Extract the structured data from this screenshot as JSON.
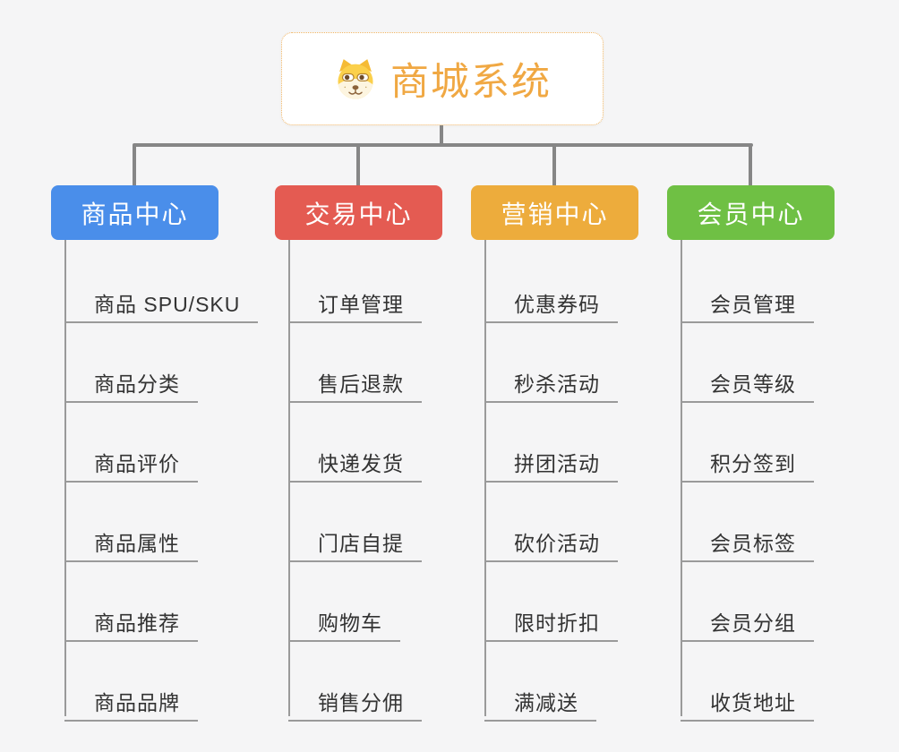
{
  "root": {
    "title": "商城系统",
    "title_color": "#F0A843",
    "border_color": "#F0B564",
    "bg": "#FFFFFF",
    "icon": "shiba-dog-icon"
  },
  "colors": {
    "background": "#F5F5F6",
    "connector_line": "#868686",
    "trunk_line": "#9A9A9A",
    "leaf_text": "#333333"
  },
  "branches": [
    {
      "label": "商品中心",
      "color": "#4A8EEA",
      "children": [
        "商品 SPU/SKU",
        "商品分类",
        "商品评价",
        "商品属性",
        "商品推荐",
        "商品品牌"
      ]
    },
    {
      "label": "交易中心",
      "color": "#E45B52",
      "children": [
        "订单管理",
        "售后退款",
        "快递发货",
        "门店自提",
        "购物车",
        "销售分佣"
      ]
    },
    {
      "label": "营销中心",
      "color": "#EDAC3C",
      "children": [
        "优惠券码",
        "秒杀活动",
        "拼团活动",
        "砍价活动",
        "限时折扣",
        "满减送"
      ]
    },
    {
      "label": "会员中心",
      "color": "#6FC044",
      "children": [
        "会员管理",
        "会员等级",
        "积分签到",
        "会员标签",
        "会员分组",
        "收货地址"
      ]
    }
  ]
}
